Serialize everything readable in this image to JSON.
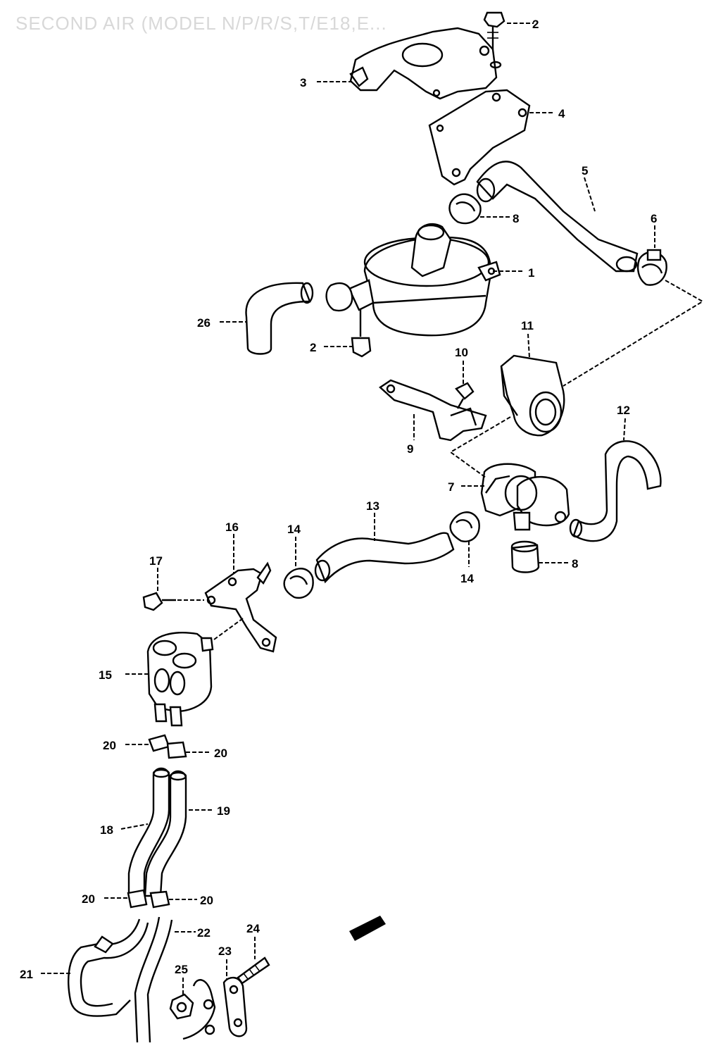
{
  "diagram": {
    "title": "SECOND AIR (MODEL N/P/R/S,T/E18,E...",
    "callouts": {
      "c1": "1",
      "c2a": "2",
      "c2b": "2",
      "c3": "3",
      "c4": "4",
      "c5": "5",
      "c6": "6",
      "c7": "7",
      "c8a": "8",
      "c8b": "8",
      "c9": "9",
      "c10": "10",
      "c11": "11",
      "c12": "12",
      "c13": "13",
      "c14a": "14",
      "c14b": "14",
      "c15": "15",
      "c16": "16",
      "c17": "17",
      "c18": "18",
      "c19": "19",
      "c20a": "20",
      "c20b": "20",
      "c20c": "20",
      "c20d": "20",
      "c21": "21",
      "c22": "22",
      "c23": "23",
      "c24": "24",
      "c25": "25",
      "c26": "26"
    }
  }
}
